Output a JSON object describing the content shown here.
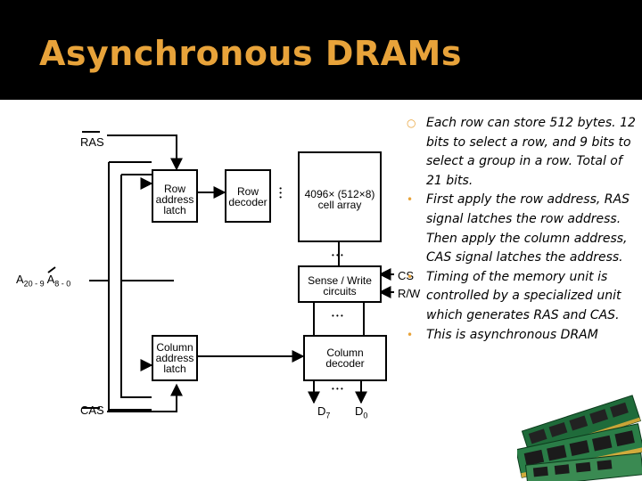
{
  "slide": {
    "title": "Asynchronous DRAMs",
    "colors": {
      "title_bar": "#000000",
      "title_text": "#e8a33a",
      "bullet_marker": "#e8a33a"
    }
  },
  "diagram": {
    "ras": "RAS",
    "cas": "CAS",
    "address": {
      "a": "A",
      "a_sub1": "20 - 9",
      "a2": "A",
      "a_sub2": "8 - 0"
    },
    "row_latch": [
      "Row",
      "address",
      "latch"
    ],
    "row_decoder": [
      "Row",
      "decoder"
    ],
    "cell_array": [
      "4096× (512×8)",
      "cell array"
    ],
    "sense_write": [
      "Sense / Write",
      "circuits"
    ],
    "col_latch": [
      "Column",
      "address",
      "latch"
    ],
    "col_decoder": [
      "Column",
      "decoder"
    ],
    "cs": "CS",
    "rw": "R/W",
    "d7": "D",
    "d7_sub": "7",
    "d0": "D",
    "d0_sub": "0",
    "dots": "• • •"
  },
  "bullets": [
    {
      "marker": "ring",
      "text": "Each row can store 512 bytes. 12 bits to select a row, and 9 bits to select a group in a row. Total of 21 bits."
    },
    {
      "marker": "dot",
      "text": "First apply the row address, RAS signal latches the row address. Then apply the column address, CAS signal latches the address."
    },
    {
      "marker": "dot",
      "text": "Timing of the memory unit is controlled by a specialized unit which generates RAS and CAS."
    },
    {
      "marker": "dot",
      "text": "This is asynchronous DRAM"
    }
  ]
}
